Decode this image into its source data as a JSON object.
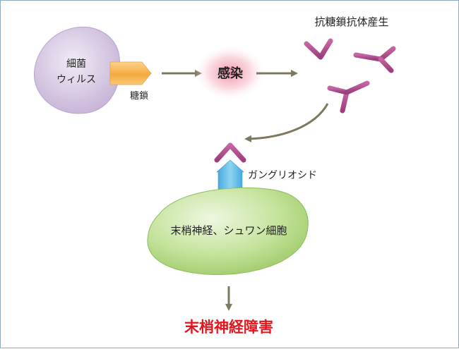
{
  "bacteria": {
    "line1": "細菌",
    "line2": "ウィルス"
  },
  "sugar_chain": "糖鎖",
  "infection": "感染",
  "antibody_production": "抗糖鎖抗体産生",
  "ganglioside": "ガングリオシド",
  "nerve_cell": "末梢神経、シュワン細胞",
  "result": "末梢神経障害",
  "colors": {
    "bacteria_fill": "#d3c5e1",
    "sugar_fill": "#f6b25a",
    "infection_glow": "#f4a6b6",
    "antibody": "#b04e8f",
    "arrow": "#7d7860",
    "ganglioside": "#5cb8e4",
    "cell_fill": "#b8db8a",
    "result_text": "#e4161d",
    "frame": "#8fa9c9"
  }
}
